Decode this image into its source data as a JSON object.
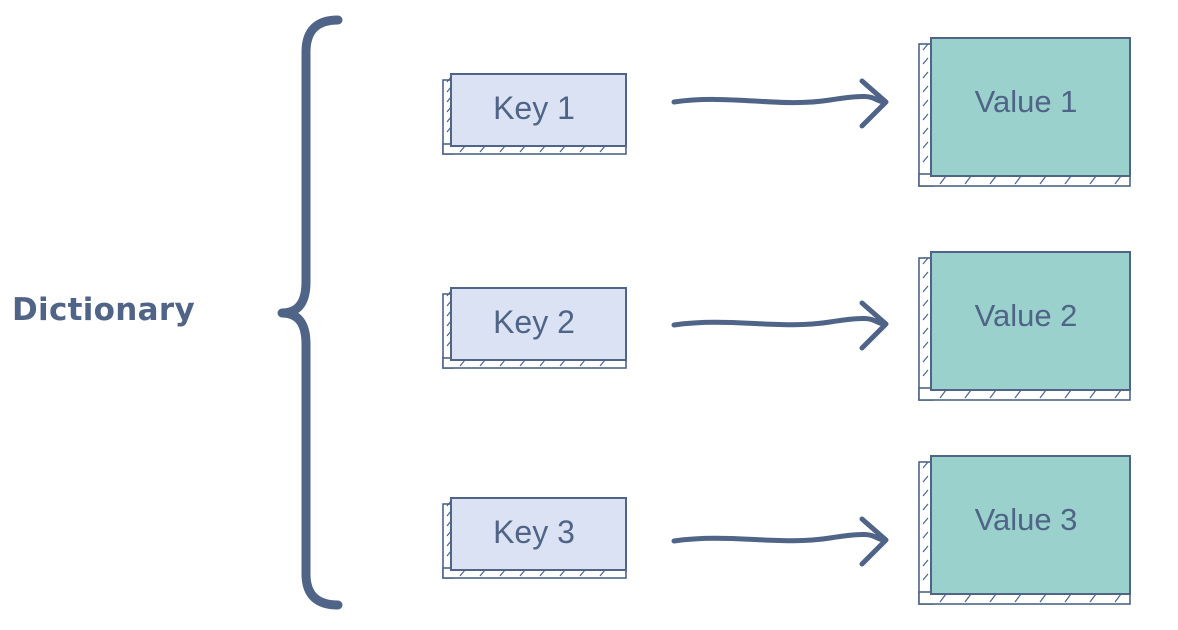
{
  "dictionary_label": "Dictionary",
  "colors": {
    "stroke": "#4f6486",
    "key_fill": "#dbe2f3",
    "value_fill": "#9bd1cd",
    "label_text": "#4f6486"
  },
  "pairs": [
    {
      "key": "Key 1",
      "value": "Value 1"
    },
    {
      "key": "Key 2",
      "value": "Value 2"
    },
    {
      "key": "Key 3",
      "value": "Value 3"
    }
  ]
}
